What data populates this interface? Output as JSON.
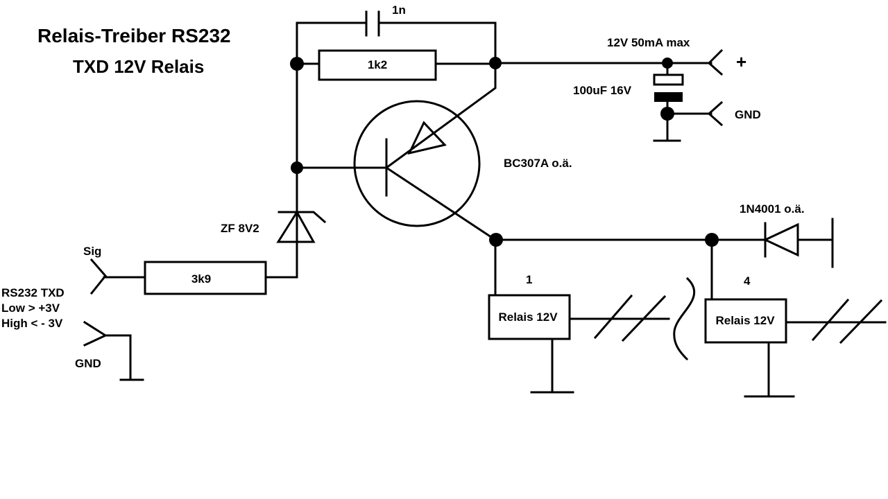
{
  "title": "Relais-Treiber RS232",
  "subtitle": "TXD 12V Relais",
  "components": {
    "cap_feedback": "1n",
    "res_feedback": "1k2",
    "res_input": "3k9",
    "zener": "ZF 8V2",
    "transistor": "BC307A o.ä.",
    "cap_supply": "100uF 16V",
    "diode": "1N4001 o.ä.",
    "relay_1": "Relais 12V",
    "relay_4": "Relais 12V",
    "relay_1_num": "1",
    "relay_4_num": "4"
  },
  "terminals": {
    "supply": "12V 50mA  max",
    "plus": "+",
    "gnd_supply": "GND",
    "sig": "Sig",
    "gnd_input": "GND"
  },
  "input_notes": {
    "line1": "RS232  TXD",
    "line2": "Low  >  +3V",
    "line3": "High <  - 3V"
  }
}
